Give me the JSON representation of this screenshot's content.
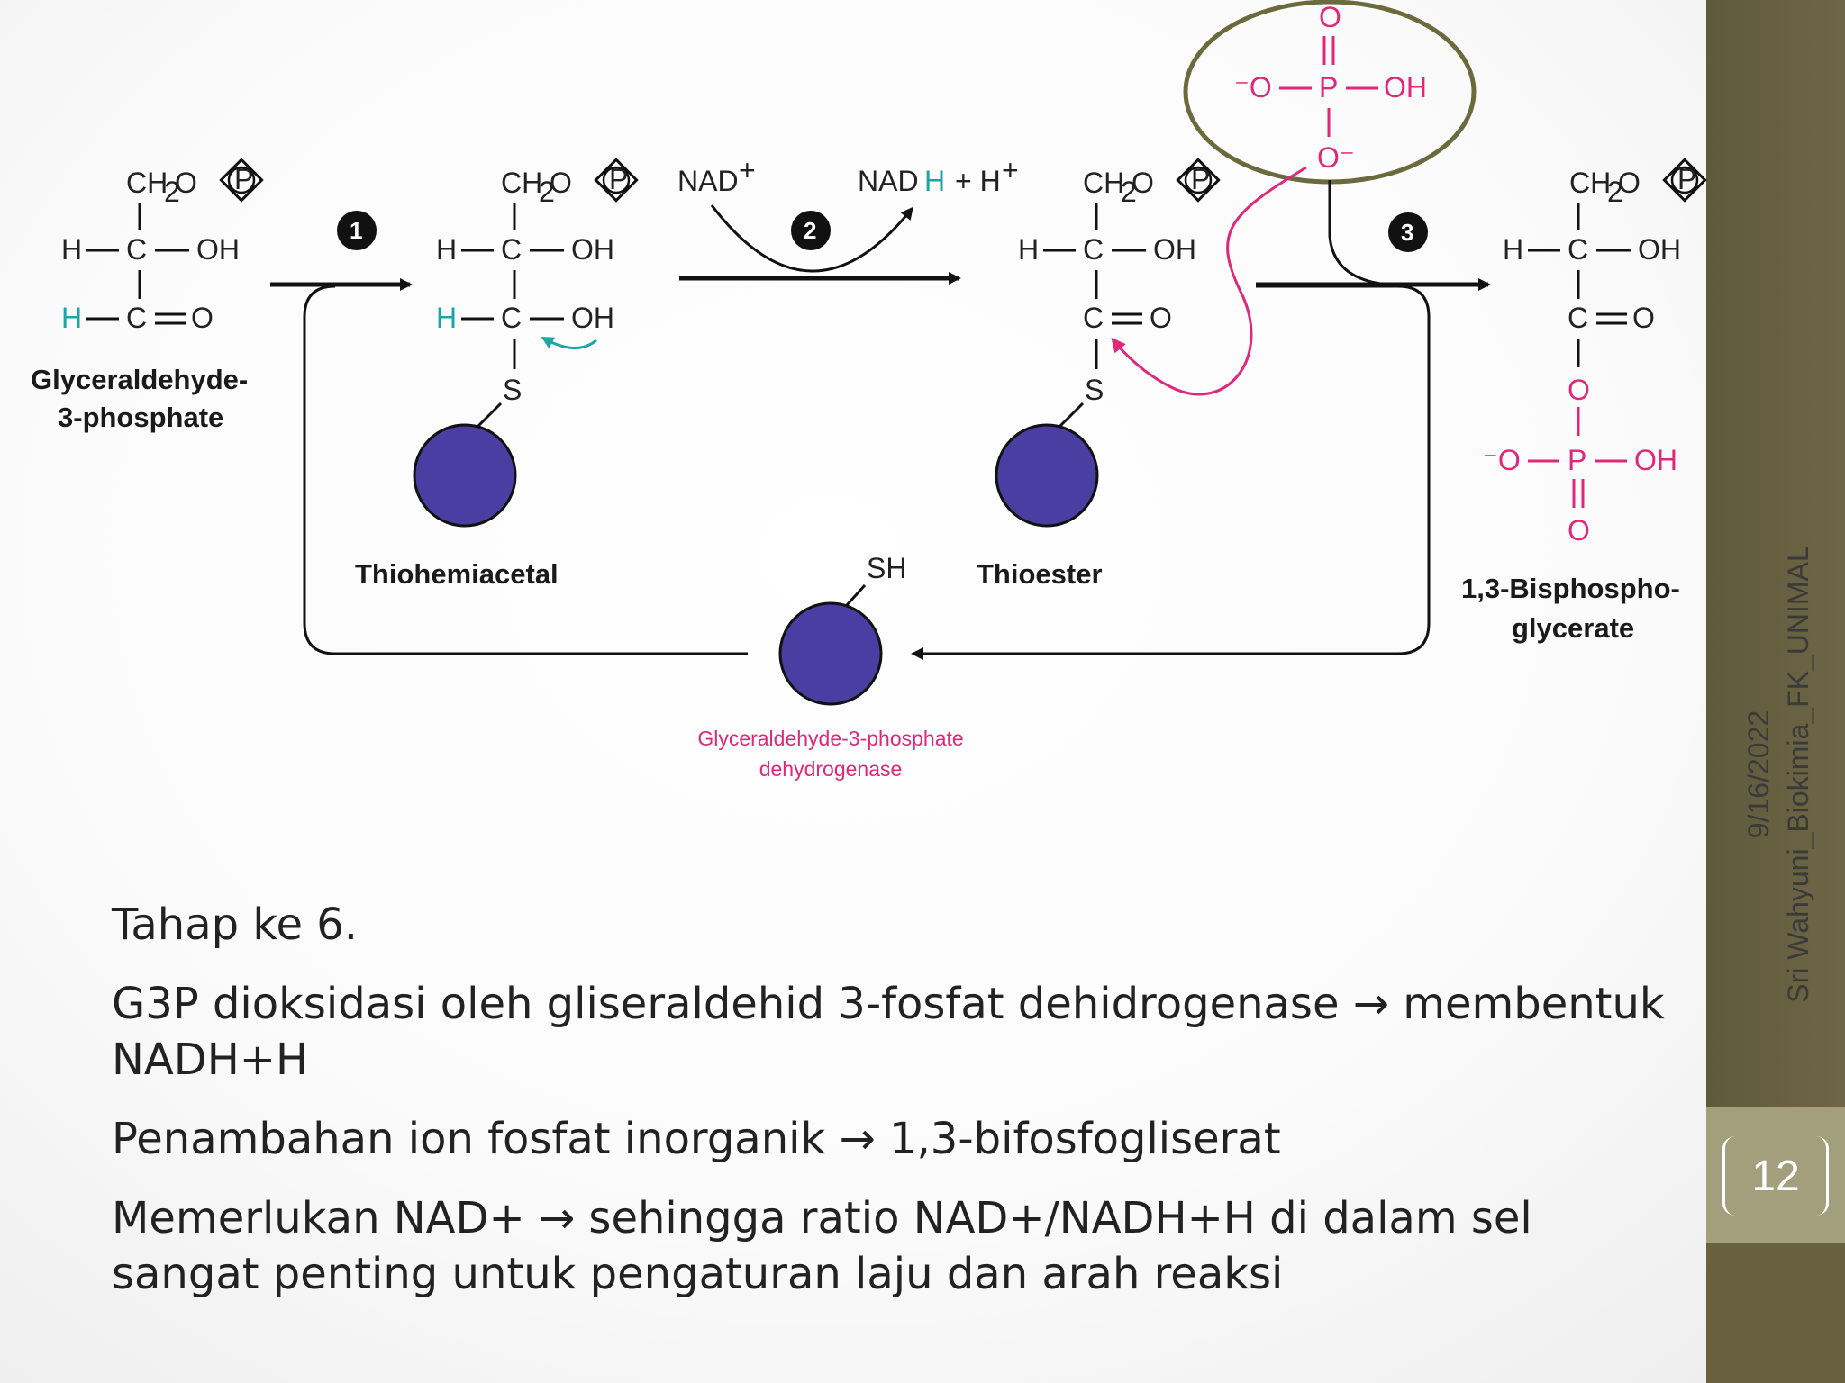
{
  "diagram": {
    "labels": {
      "ch2o": "CH",
      "sub2": "2",
      "o": "O",
      "p_circle": "P",
      "h": "H",
      "c": "C",
      "oh": "OH",
      "dbl_o": "O",
      "s": "S",
      "sh": "SH",
      "nad_plus": "NAD",
      "plus_sup": "+",
      "nadh": "NAD",
      "nadh_h": "H",
      "plus_h": "+ H",
      "minus_o": "⁻O",
      "p": "P",
      "o_minus": "O⁻"
    },
    "step_numbers": [
      "1",
      "2",
      "3"
    ],
    "names": {
      "g3p_line1": "Glyceraldehyde-",
      "g3p_line2": "3-phosphate",
      "thiohemiacetal": "Thiohemiacetal",
      "thioester": "Thioester",
      "bpg_line1": "1,3-Bisphospho-",
      "bpg_line2": "glycerate",
      "enzyme_line1": "Glyceraldehyde-3-phosphate",
      "enzyme_line2": "dehydrogenase"
    },
    "colors": {
      "enzyme": "#4a3ea3",
      "highlight_h": "#1aa6a6",
      "phosphate": "#e0287a",
      "circle_outline": "#6b6a3c"
    }
  },
  "body": {
    "heading": "Tahap ke 6.",
    "para1": "G3P dioksidasi oleh gliseraldehid 3-fosfat dehidrogenase → membentuk NADH+H",
    "para2": "Penambahan ion fosfat inorganik → 1,3-bifosfogliserat",
    "para3": "Memerlukan NAD+ → sehingga ratio NAD+/NADH+H di dalam sel sangat penting untuk pengaturan laju dan arah reaksi"
  },
  "sidebar": {
    "date": "9/16/2022",
    "author": "Sri Wahyuni_Biokimia_FK_UNIMAL",
    "page_number": "12"
  }
}
